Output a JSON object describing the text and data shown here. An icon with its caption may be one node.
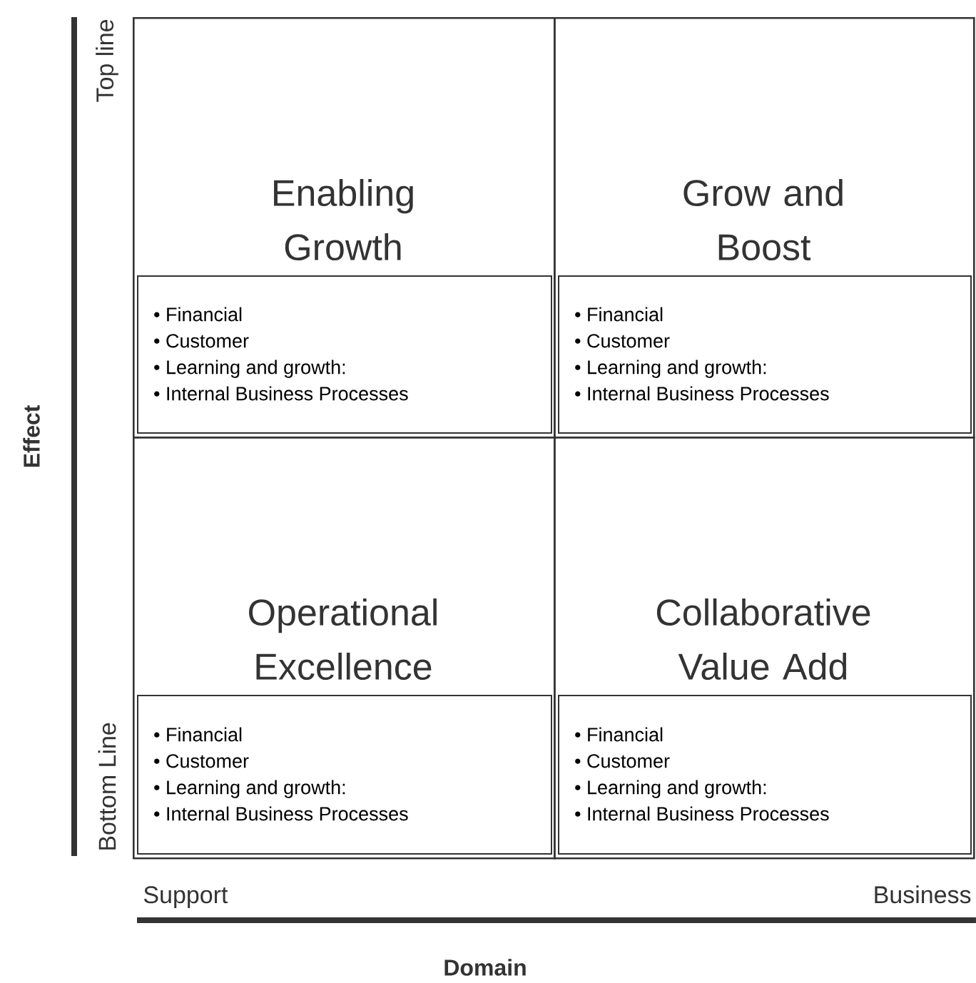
{
  "diagram": {
    "nodes": [
      {
        "text": [
          "Enabling Growth"
        ]
      },
      {
        "text": [
          "• Financial",
          "• Customer",
          "• Learning and growth:",
          "• Internal Business Processes"
        ],
        "in": 0
      },
      {
        "text": [
          "Grow and Boost"
        ]
      },
      {
        "text": [
          "• Financial",
          "• Customer",
          "• Learning and growth:",
          "• Internal Business Processes"
        ],
        "in": 2
      },
      {
        "text": [
          "Operational Excellence"
        ]
      },
      {
        "text": [
          "• Financial",
          "• Customer",
          "• Learning and growth:",
          "• Internal Business Processes"
        ],
        "in": 4
      },
      {
        "text": [
          "Collaborative Value Add"
        ]
      },
      {
        "text": [
          "• Financial",
          "• Customer",
          "• Learning and growth:",
          "• Internal Business Processes"
        ],
        "in": 6
      }
    ],
    "labels": [
      "Top line",
      "Effect",
      "Bottom Line",
      "Support",
      "Business",
      "Domain"
    ]
  }
}
